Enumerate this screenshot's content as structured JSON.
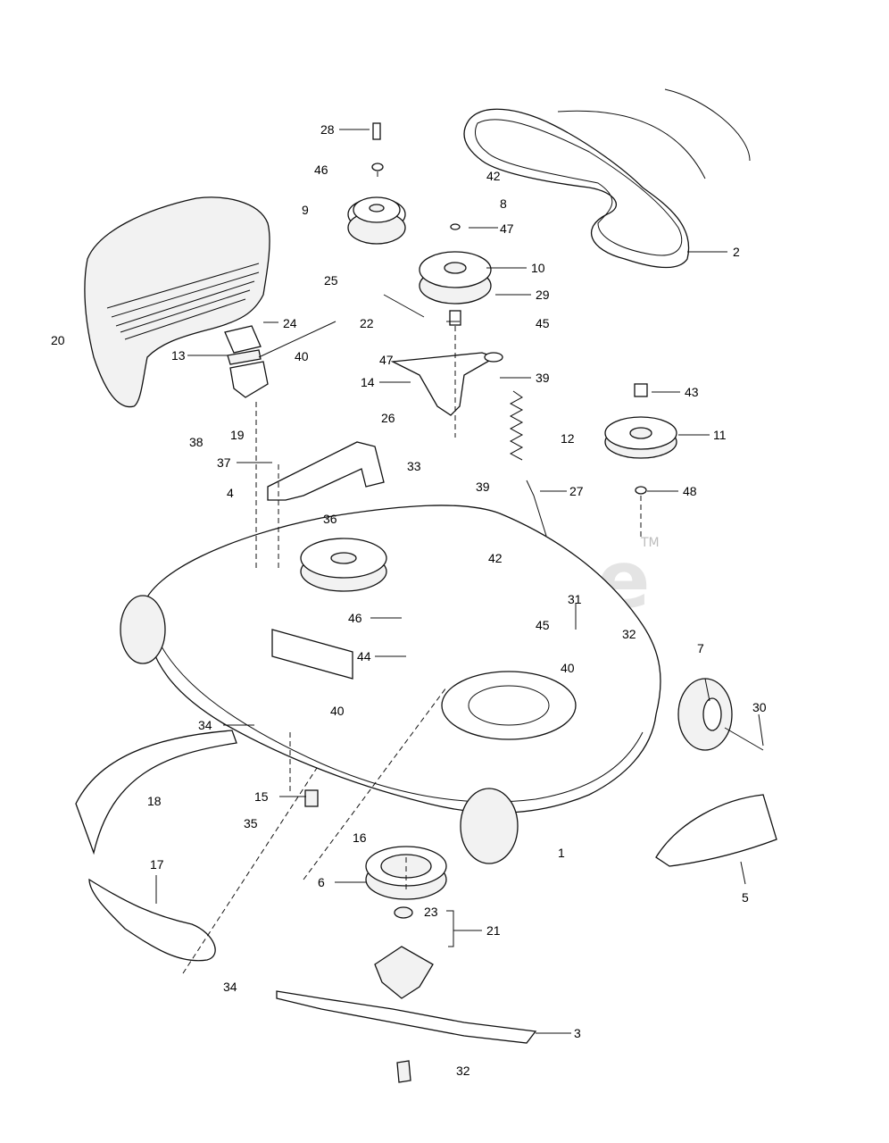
{
  "watermark": {
    "text": "PartsTree",
    "tm": "TM"
  },
  "callouts": [
    "28",
    "46",
    "42",
    "9",
    "8",
    "47",
    "2",
    "10",
    "25",
    "29",
    "22",
    "45",
    "24",
    "20",
    "40",
    "13",
    "47",
    "39",
    "14",
    "43",
    "11",
    "26",
    "12",
    "38",
    "19",
    "37",
    "33",
    "39",
    "27",
    "48",
    "4",
    "36",
    "42",
    "31",
    "46",
    "45",
    "32",
    "44",
    "40",
    "7",
    "30",
    "40",
    "34",
    "15",
    "18",
    "35",
    "16",
    "1",
    "6",
    "17",
    "23",
    "21",
    "5",
    "34",
    "3",
    "32"
  ]
}
